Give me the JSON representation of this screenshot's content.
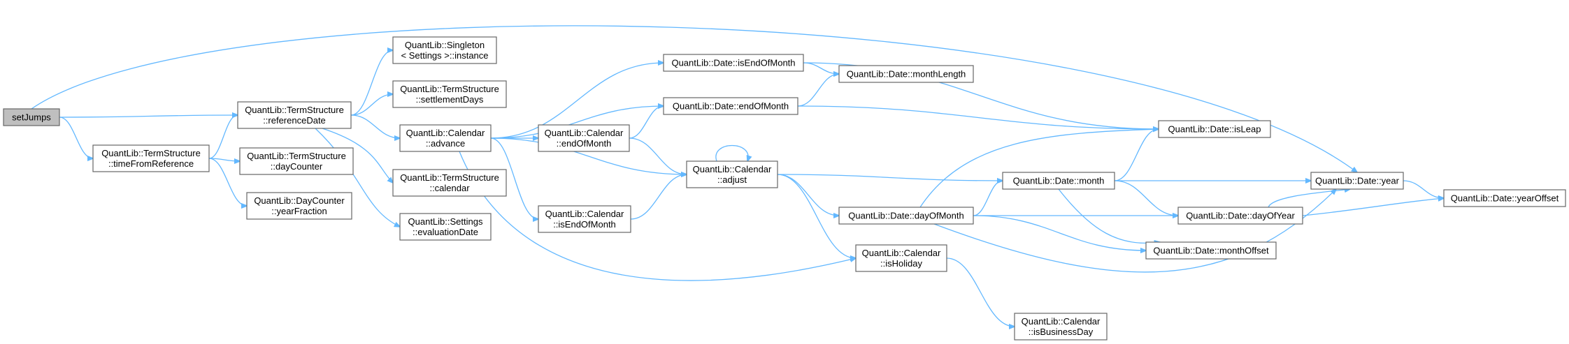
{
  "diagram": {
    "nodes": [
      {
        "id": "setJumps",
        "lines": [
          "setJumps"
        ],
        "root": true
      },
      {
        "id": "ts_ref",
        "lines": [
          "QuantLib::TermStructure",
          "::referenceDate"
        ]
      },
      {
        "id": "ts_tfr",
        "lines": [
          "QuantLib::TermStructure",
          "::timeFromReference"
        ]
      },
      {
        "id": "singleton",
        "lines": [
          "QuantLib::Singleton",
          "< Settings >::instance"
        ]
      },
      {
        "id": "ts_settle",
        "lines": [
          "QuantLib::TermStructure",
          "::settlementDays"
        ]
      },
      {
        "id": "cal_adv",
        "lines": [
          "QuantLib::Calendar",
          "::advance"
        ]
      },
      {
        "id": "ts_cal",
        "lines": [
          "QuantLib::TermStructure",
          "::calendar"
        ]
      },
      {
        "id": "settings_eval",
        "lines": [
          "QuantLib::Settings",
          "::evaluationDate"
        ]
      },
      {
        "id": "ts_dc",
        "lines": [
          "QuantLib::TermStructure",
          "::dayCounter"
        ]
      },
      {
        "id": "dc_yf",
        "lines": [
          "QuantLib::DayCounter",
          "::yearFraction"
        ]
      },
      {
        "id": "date_iseom",
        "lines": [
          "QuantLib::Date::isEndOfMonth"
        ]
      },
      {
        "id": "date_eom",
        "lines": [
          "QuantLib::Date::endOfMonth"
        ]
      },
      {
        "id": "cal_eom",
        "lines": [
          "QuantLib::Calendar",
          "::endOfMonth"
        ]
      },
      {
        "id": "cal_iseom",
        "lines": [
          "QuantLib::Calendar",
          "::isEndOfMonth"
        ]
      },
      {
        "id": "cal_adj",
        "lines": [
          "QuantLib::Calendar",
          "::adjust"
        ]
      },
      {
        "id": "date_ml",
        "lines": [
          "QuantLib::Date::monthLength"
        ]
      },
      {
        "id": "date_isleap",
        "lines": [
          "QuantLib::Date::isLeap"
        ]
      },
      {
        "id": "date_month",
        "lines": [
          "QuantLib::Date::month"
        ]
      },
      {
        "id": "date_dom",
        "lines": [
          "QuantLib::Date::dayOfMonth"
        ]
      },
      {
        "id": "cal_hol",
        "lines": [
          "QuantLib::Calendar",
          "::isHoliday"
        ]
      },
      {
        "id": "cal_bd",
        "lines": [
          "QuantLib::Calendar",
          "::isBusinessDay"
        ]
      },
      {
        "id": "date_doy",
        "lines": [
          "QuantLib::Date::dayOfYear"
        ]
      },
      {
        "id": "date_mo",
        "lines": [
          "QuantLib::Date::monthOffset"
        ]
      },
      {
        "id": "date_year",
        "lines": [
          "QuantLib::Date::year"
        ]
      },
      {
        "id": "date_yo",
        "lines": [
          "QuantLib::Date::yearOffset"
        ]
      }
    ],
    "edges": [
      [
        "setJumps",
        "ts_ref"
      ],
      [
        "setJumps",
        "ts_tfr"
      ],
      [
        "setJumps",
        "date_year"
      ],
      [
        "ts_tfr",
        "ts_ref"
      ],
      [
        "ts_tfr",
        "ts_dc"
      ],
      [
        "ts_tfr",
        "dc_yf"
      ],
      [
        "ts_ref",
        "singleton"
      ],
      [
        "ts_ref",
        "ts_settle"
      ],
      [
        "ts_ref",
        "cal_adv"
      ],
      [
        "ts_ref",
        "ts_cal"
      ],
      [
        "ts_ref",
        "settings_eval"
      ],
      [
        "cal_adv",
        "date_iseom"
      ],
      [
        "cal_adv",
        "date_eom"
      ],
      [
        "cal_adv",
        "cal_eom"
      ],
      [
        "cal_adv",
        "cal_adj"
      ],
      [
        "cal_adv",
        "cal_iseom"
      ],
      [
        "cal_adv",
        "cal_hol"
      ],
      [
        "date_iseom",
        "date_ml"
      ],
      [
        "date_iseom",
        "date_isleap"
      ],
      [
        "date_eom",
        "date_ml"
      ],
      [
        "date_eom",
        "date_isleap"
      ],
      [
        "cal_eom",
        "date_eom"
      ],
      [
        "cal_eom",
        "cal_adj"
      ],
      [
        "cal_iseom",
        "cal_adj"
      ],
      [
        "cal_adj",
        "cal_adj"
      ],
      [
        "cal_adj",
        "date_month"
      ],
      [
        "cal_adj",
        "date_dom"
      ],
      [
        "cal_adj",
        "cal_hol"
      ],
      [
        "date_dom",
        "date_isleap"
      ],
      [
        "date_dom",
        "date_month"
      ],
      [
        "date_dom",
        "date_doy"
      ],
      [
        "date_dom",
        "date_mo"
      ],
      [
        "date_dom",
        "date_year"
      ],
      [
        "date_month",
        "date_isleap"
      ],
      [
        "date_month",
        "date_year"
      ],
      [
        "date_month",
        "date_doy"
      ],
      [
        "date_month",
        "date_mo"
      ],
      [
        "date_doy",
        "date_year"
      ],
      [
        "date_doy",
        "date_yo"
      ],
      [
        "date_year",
        "date_yo"
      ],
      [
        "cal_hol",
        "cal_bd"
      ]
    ]
  }
}
